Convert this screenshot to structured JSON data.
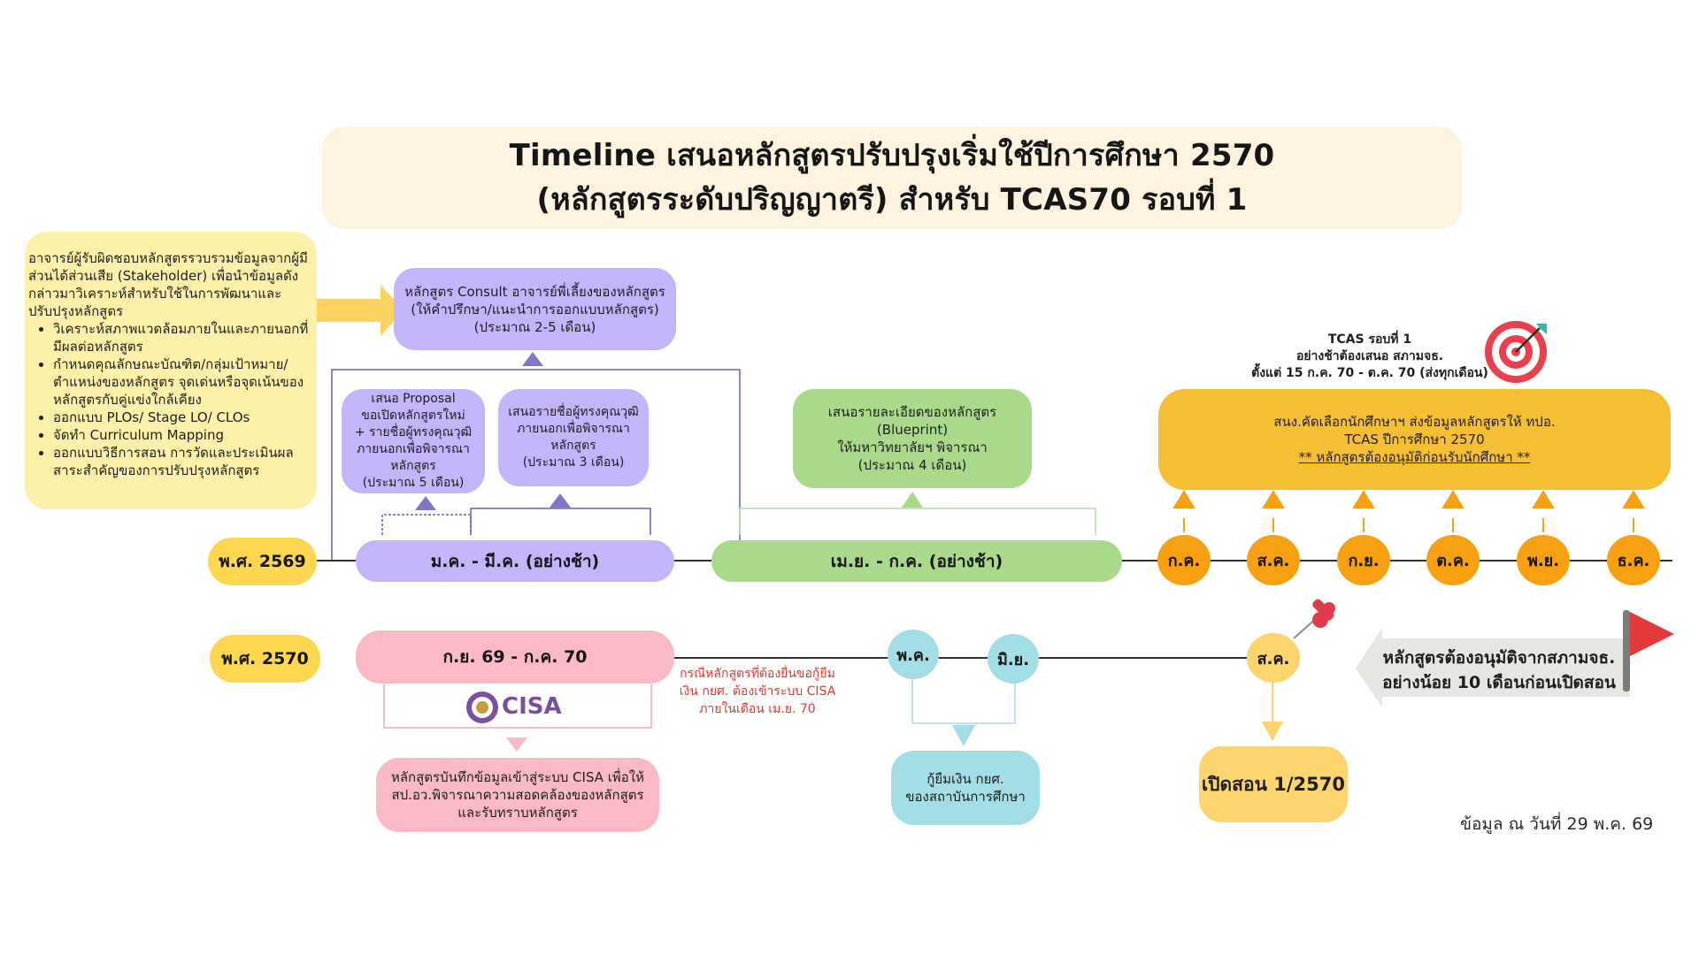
{
  "title": {
    "line1": "Timeline เสนอหลักสูตรปรับปรุงเริ่มใช้ปีการศึกษา 2570",
    "line2": "(หลักสูตรระดับปริญญาตรี) สำหรับ TCAS70 รอบที่ 1"
  },
  "stakeholder_note": {
    "intro": "อาจารย์ผู้รับผิดชอบหลักสูตรรวบรวมข้อมูลจากผู้มีส่วนได้ส่วนเสีย (Stakeholder) เพื่อนำข้อมูลดังกล่าวมาวิเคราะห์สำหรับใช้ในการพัฒนาและปรับปรุงหลักสูตร",
    "items": [
      "วิเคราะห์สภาพแวดล้อมภายในและภายนอกที่มีผลต่อหลักสูตร",
      "กำหนดคุณลักษณะบัณฑิต/กลุ่มเป้าหมาย/ ตำแหน่งของหลักสูตร  จุดเด่นหรือจุดเน้นของหลักสูตรกับคู่แข่งใกล้เคียง",
      "ออกแบบ PLOs/ Stage LO/ CLOs",
      "จัดทำ Curriculum Mapping",
      "ออกแบบวิธีการสอน การวัดและประเมินผลสาระสำคัญของการปรับปรุงหลักสูตร"
    ]
  },
  "consult_box": {
    "line1": "หลักสูตร Consult อาจารย์พี่เลี้ยงของหลักสูตร",
    "line2": "(ให้คำปรึกษา/แนะนำการออกแบบหลักสูตร)",
    "line3": "(ประมาณ 2-5 เดือน)"
  },
  "proposal_box": {
    "line1": "เสนอ Proposal",
    "line2": "ขอเปิดหลักสูตรใหม่",
    "line3": "+ รายชื่อผู้ทรงคุณวุฒิ",
    "line4": "ภายนอกเพื่อพิจารณา",
    "line5": "หลักสูตร",
    "line6": "(ประมาณ 5 เดือน)"
  },
  "reviewer_box": {
    "line1": "เสนอรายชื่อผู้ทรงคุณวุฒิ",
    "line2": "ภายนอกเพื่อพิจารณา",
    "line3": "หลักสูตร",
    "line4": "(ประมาณ 3 เดือน)"
  },
  "blueprint_box": {
    "line1": "เสนอรายละเอียดของหลักสูตร (Blueprint)",
    "line2": "ให้มหาวิทยาลัยฯ พิจารณา",
    "line3": "(ประมาณ 4 เดือน)"
  },
  "tcas_heading": {
    "line1": "TCAS รอบที่ 1",
    "line2": "อย่างช้าต้องเสนอ สภามจธ.",
    "line3": "ตั้งแต่ 15 ก.ค. 70 - ต.ค. 70  (ส่งทุกเดือน)"
  },
  "tcas_box": {
    "line1": "สนง.คัดเลือกนักศึกษาฯ ส่งข้อมูลหลักสูตรให้ ทปอ.",
    "line2": "TCAS ปีการศึกษา 2570",
    "line3": "** หลักสูตรต้องอนุมัติก่อนรับนักศึกษา **"
  },
  "row2569": {
    "year": "พ.ศ. 2569",
    "range1": "ม.ค. - มี.ค. (อย่างช้า)",
    "range2": "เม.ย. - ก.ค. (อย่างช้า)",
    "months": [
      "ก.ค.",
      "ส.ค.",
      "ก.ย.",
      "ต.ค.",
      "พ.ย.",
      "ธ.ค."
    ]
  },
  "row2570": {
    "year": "พ.ศ. 2570",
    "range": "ก.ย. 69 - ก.ค. 70",
    "month_may": "พ.ค.",
    "month_jun": "มิ.ย.",
    "month_aug": "ส.ค."
  },
  "cisa": {
    "logo_text": "CISA",
    "note": "กรณีหลักสูตรที่ต้องยื่นขอกู้ยืมเงิน กยศ. ต้องเข้าระบบ CISA ภายในเดือน เม.ย. 70"
  },
  "cisa_box": {
    "line1": "หลักสูตรบันทึกข้อมูลเข้าสู่ระบบ CISA เพื่อให้",
    "line2": "สป.อว.พิจารณาความสอดคล้องของหลักสูตร",
    "line3": "และรับทราบหลักสูตร"
  },
  "loan_box": {
    "line1": "กู้ยืมเงิน กยศ.",
    "line2": "ของสถาบันการศึกษา"
  },
  "open_box": "เปิดสอน 1/2570",
  "flag_note": {
    "line1": "หลักสูตรต้องอนุมัติจากสภามจธ.",
    "line2": "อย่างน้อย 10 เดือนก่อนเปิดสอน"
  },
  "footer": "ข้อมูล ณ วันที่ 29 พ.ค. 69",
  "colors": {
    "title_bg": "#fdf3df",
    "note_bg": "#fdf0a9",
    "purple": "#c4b5fb",
    "green": "#a9d98a",
    "orange": "#f4be35",
    "month_orange": "#f7a012",
    "pink": "#f9bac6",
    "cyan": "#a3dde6",
    "year_pill": "#fdd74f",
    "red_text": "#d93b30"
  },
  "icons": [
    "target-icon",
    "push-pin-icon",
    "red-flag-icon",
    "cisa-logo-icon"
  ]
}
